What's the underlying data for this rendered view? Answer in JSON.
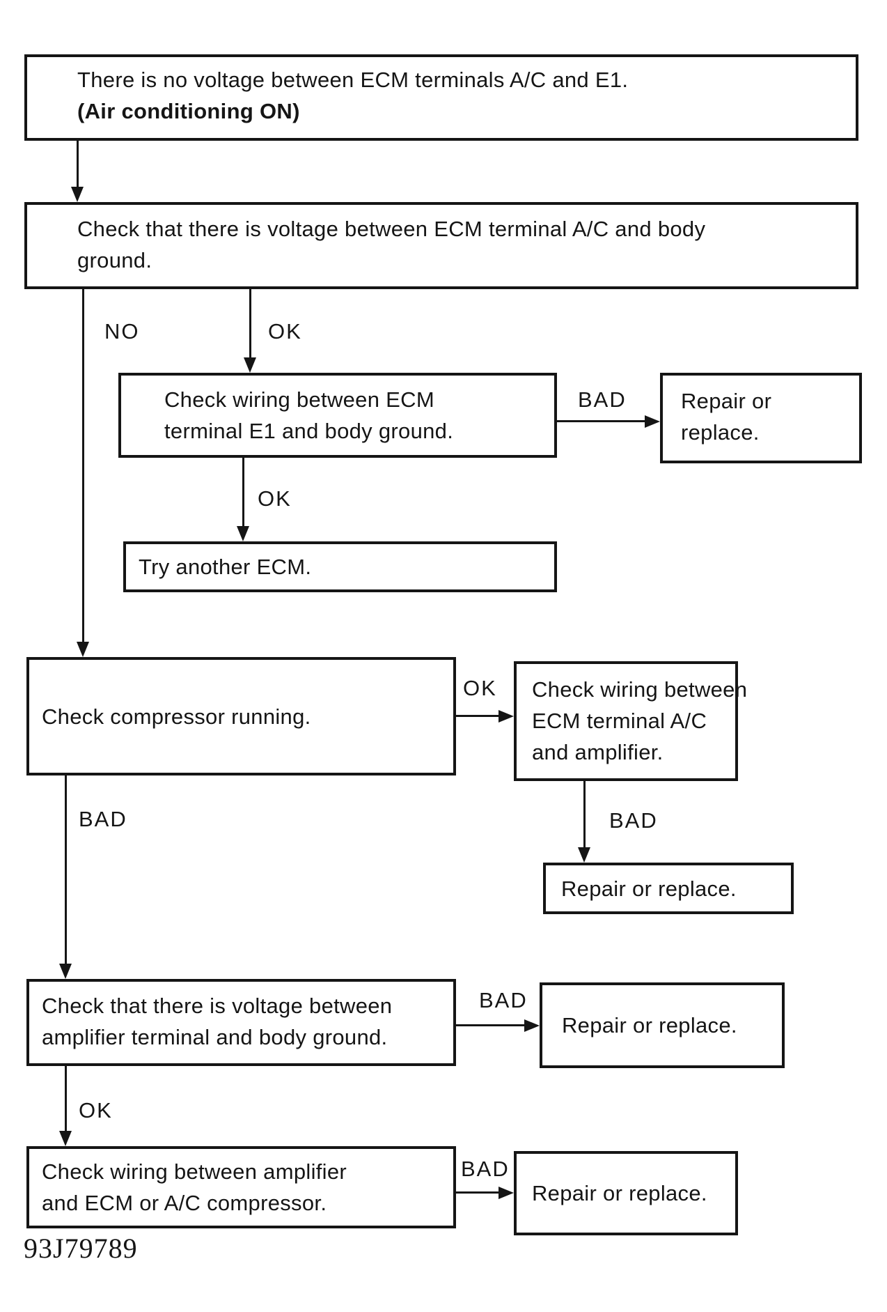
{
  "colors": {
    "ink": "#151515",
    "paper": "#ffffff"
  },
  "flowchart": {
    "figure_code": "93J79789",
    "nodes": {
      "start": {
        "lines": [
          "There is no voltage between ECM terminals A/C and E1.",
          "(Air conditioning ON)"
        ]
      },
      "check_voltage_ecm_ac_body": {
        "lines": [
          "Check that there is voltage between ECM terminal A/C and body",
          "ground."
        ]
      },
      "check_wiring_ecm_e1": {
        "lines": [
          "Check wiring between ECM",
          "terminal E1 and body ground."
        ]
      },
      "repair_replace_1": {
        "lines": [
          "Repair or",
          "replace."
        ]
      },
      "try_another_ecm": {
        "lines": [
          "Try another ECM."
        ]
      },
      "check_compressor_running": {
        "lines": [
          "Check compressor running."
        ]
      },
      "check_wiring_ecm_ac_amplifier": {
        "lines": [
          "Check wiring between",
          "ECM terminal A/C",
          "and amplifier."
        ]
      },
      "repair_replace_2": {
        "lines": [
          "Repair or replace."
        ]
      },
      "check_voltage_amplifier_body": {
        "lines": [
          "Check that there is voltage between",
          "amplifier terminal and body ground."
        ]
      },
      "repair_replace_3": {
        "lines": [
          "Repair or replace."
        ]
      },
      "check_wiring_amplifier_ecm": {
        "lines": [
          "Check wiring between amplifier",
          "and ECM or A/C compressor."
        ]
      },
      "repair_replace_4": {
        "lines": [
          "Repair or replace."
        ]
      }
    },
    "edge_labels": {
      "no_main": "NO",
      "ok_e1_wiring": "OK",
      "bad_e1_wiring": "BAD",
      "ok_try_ecm": "OK",
      "ok_compressor": "OK",
      "bad_amp_wiring": "BAD",
      "bad_compressor": "BAD",
      "bad_amp_voltage": "BAD",
      "ok_amp_voltage": "OK",
      "bad_amp_ecm_wiring": "BAD"
    }
  }
}
